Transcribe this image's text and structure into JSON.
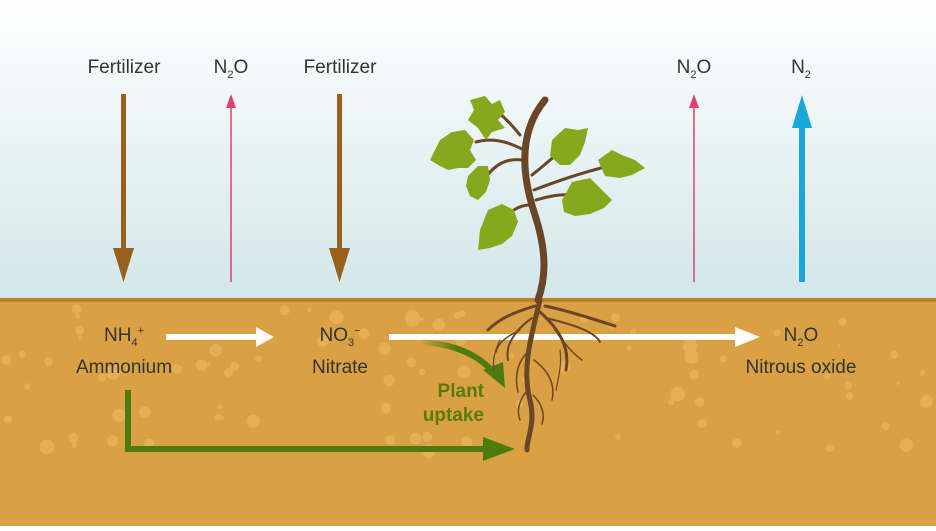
{
  "colors": {
    "sky_top": "#ffffff",
    "sky_bottom": "#d2e6ea",
    "soil": "#d9a144",
    "soil_edge": "#b97f2a",
    "fertilizer_arrow": "#98601a",
    "n2o_arrow": "#e0406a",
    "n2_arrow": "#1aa6d6",
    "white_arrow": "#ffffff",
    "uptake_arrow": "#4f7a10",
    "leaf": "#86a81c",
    "stem": "#6a4526",
    "text": "#333333",
    "uptake_text": "#5a7a10"
  },
  "atmosphere": {
    "labels": [
      {
        "id": "fertilizer-1",
        "text": "Fertilizer"
      },
      {
        "id": "n2o-1",
        "base": "N",
        "sub": "2",
        "tail": "O"
      },
      {
        "id": "fertilizer-2",
        "text": "Fertilizer"
      },
      {
        "id": "n2o-2",
        "base": "N",
        "sub": "2",
        "tail": "O"
      },
      {
        "id": "n2",
        "base": "N",
        "sub": "2"
      }
    ]
  },
  "soil": {
    "ammonium": {
      "formula_base": "NH",
      "formula_sub": "4",
      "formula_sup": "+",
      "name": "Ammonium"
    },
    "nitrate": {
      "formula_base": "NO",
      "formula_sub": "3",
      "formula_sup": "−",
      "name": "Nitrate"
    },
    "nitrous_oxide": {
      "formula_base": "N",
      "formula_sub": "2",
      "formula_tail": "O",
      "name": "Nitrous oxide"
    },
    "plant_uptake": {
      "line1": "Plant",
      "line2": "uptake"
    }
  }
}
